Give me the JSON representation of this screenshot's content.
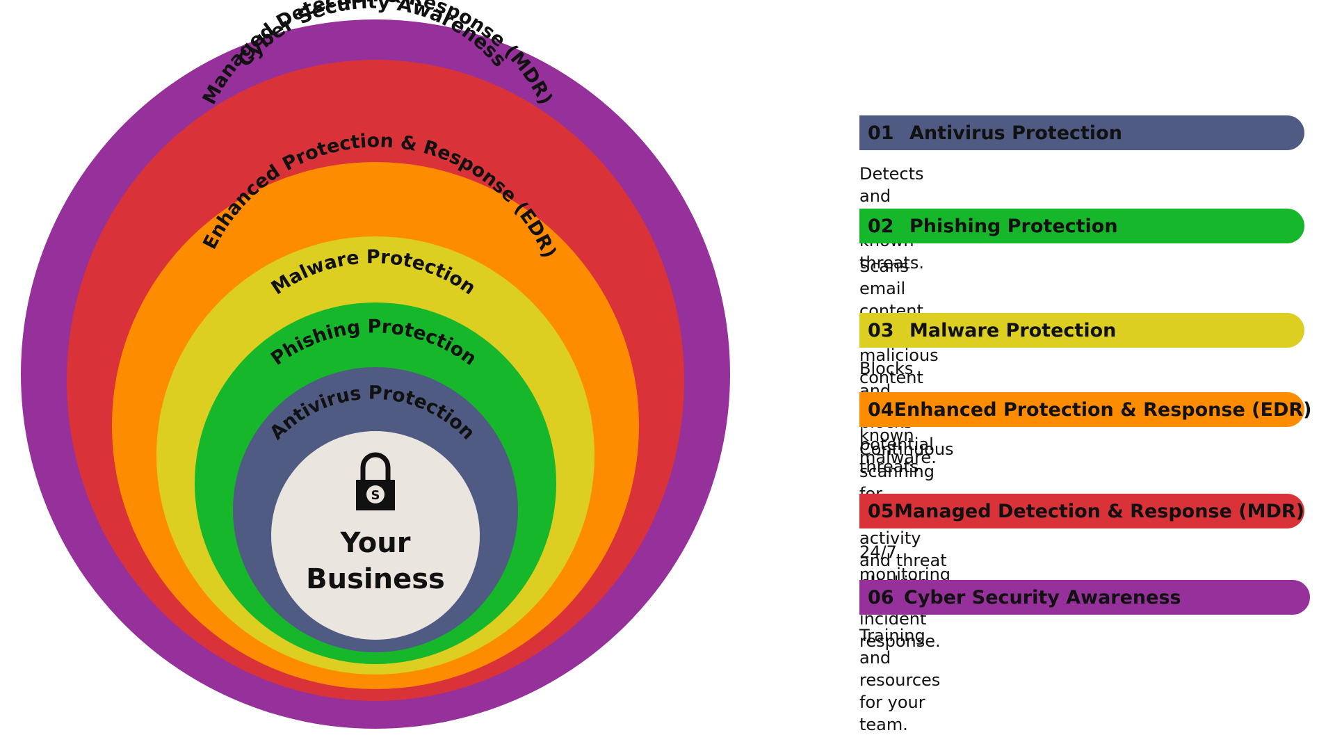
{
  "diagram": {
    "rings": [
      {
        "id": "cyber",
        "label": "Cyber Security Awareness",
        "color": "#96309a"
      },
      {
        "id": "mdr",
        "label": "Managed Detection & Response (MDR)",
        "color": "#d93339"
      },
      {
        "id": "edr",
        "label": "Enhanced Protection & Response (EDR)",
        "color": "#fe8c00"
      },
      {
        "id": "malware",
        "label": "Malware Protection",
        "color": "#dccf22"
      },
      {
        "id": "phishing",
        "label": "Phishing Protection",
        "color": "#16b72a"
      },
      {
        "id": "antivirus",
        "label": "Antivirus Protection",
        "color": "#4f5b82"
      }
    ],
    "core": {
      "line1": "Your",
      "line2": "Business",
      "color": "#ebe5df",
      "icon": "lock-dollar-icon",
      "icon_glyph": "S"
    }
  },
  "legend": {
    "items": [
      {
        "number": "01",
        "title": "Antivirus Protection",
        "color": "#4f5b82",
        "description": "Detects and eliminates known threats."
      },
      {
        "number": "02",
        "title": "Phishing Protection",
        "color": "#16b72a",
        "description": "Scans email content for malicious content\nand blocks potential threats."
      },
      {
        "number": "03",
        "title": "Malware Protection",
        "color": "#dccf22",
        "description": "Blocks and removes known malware."
      },
      {
        "number": "04",
        "title": "Enhanced Protection & Response (EDR)",
        "color": "#fe8c00",
        "description": "Continuous scanning for suspicious\nactivity and threat blocking."
      },
      {
        "number": "05",
        "title": "Managed Detection & Response (MDR)",
        "color": "#d93339",
        "description": "24/7 monitoring and incident response."
      },
      {
        "number": "06",
        "title": "Cyber Security Awareness",
        "color": "#96309a",
        "description": "Training and resources for your team."
      }
    ]
  }
}
